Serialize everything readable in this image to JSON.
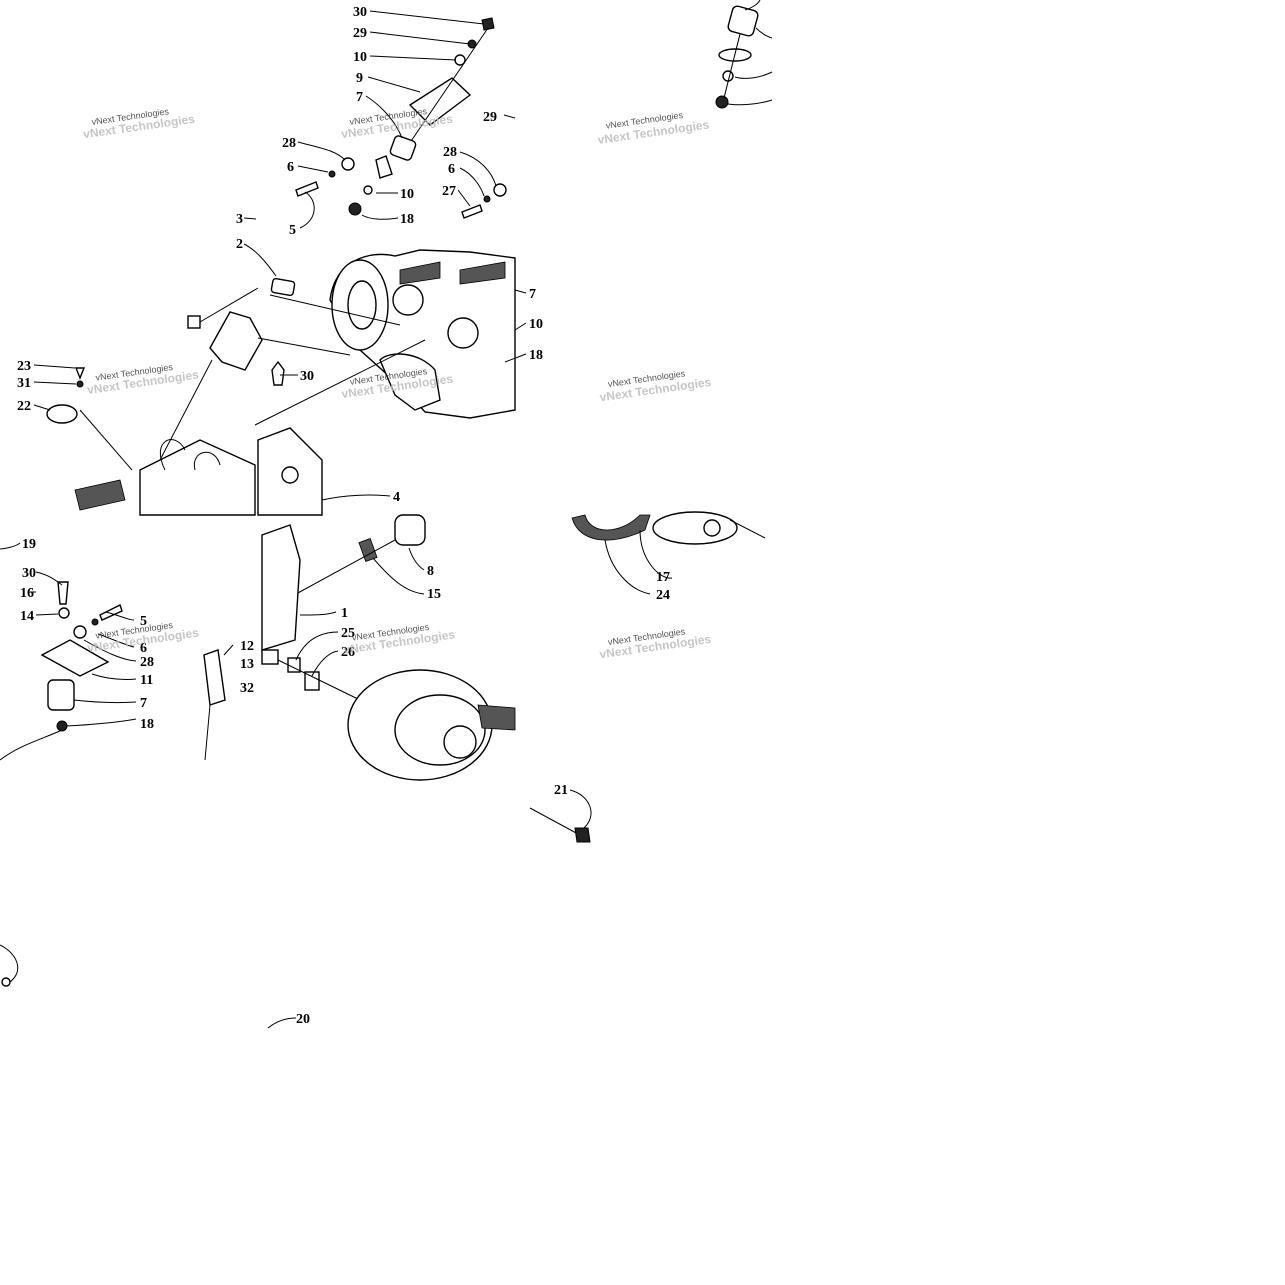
{
  "diagram": {
    "watermark": "vNext Technologies",
    "callouts": [
      "30",
      "29",
      "10",
      "9",
      "7",
      "29",
      "28",
      "6",
      "10",
      "18",
      "5",
      "28",
      "6",
      "27",
      "3",
      "2",
      "7",
      "10",
      "18",
      "23",
      "31",
      "30",
      "22",
      "4",
      "19",
      "30",
      "16",
      "14",
      "5",
      "6",
      "28",
      "11",
      "7",
      "18",
      "12",
      "13",
      "32",
      "8",
      "15",
      "1",
      "25",
      "26",
      "17",
      "24",
      "21",
      "20"
    ]
  }
}
